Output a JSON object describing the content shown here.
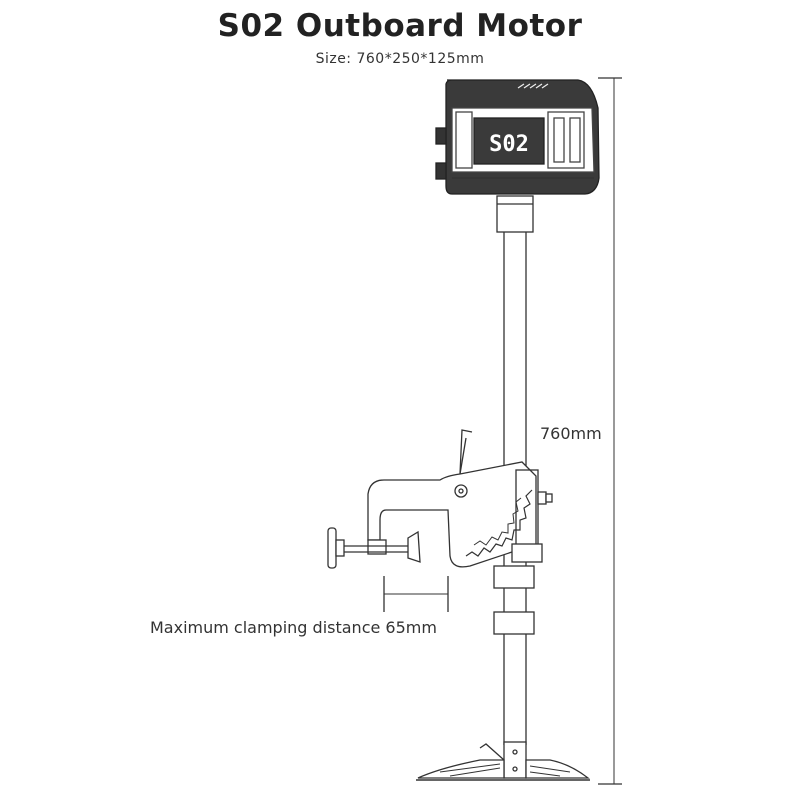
{
  "title": "S02 Outboard Motor",
  "size_label": "Size: 760*250*125mm",
  "dimensions": {
    "height_label": "760mm",
    "clamp_label": "Maximum clamping distance 65mm"
  },
  "display_text": "S02",
  "colors": {
    "line": "#333333",
    "head_body": "#3a3a3a",
    "lcd_bg": "#ffffff"
  }
}
